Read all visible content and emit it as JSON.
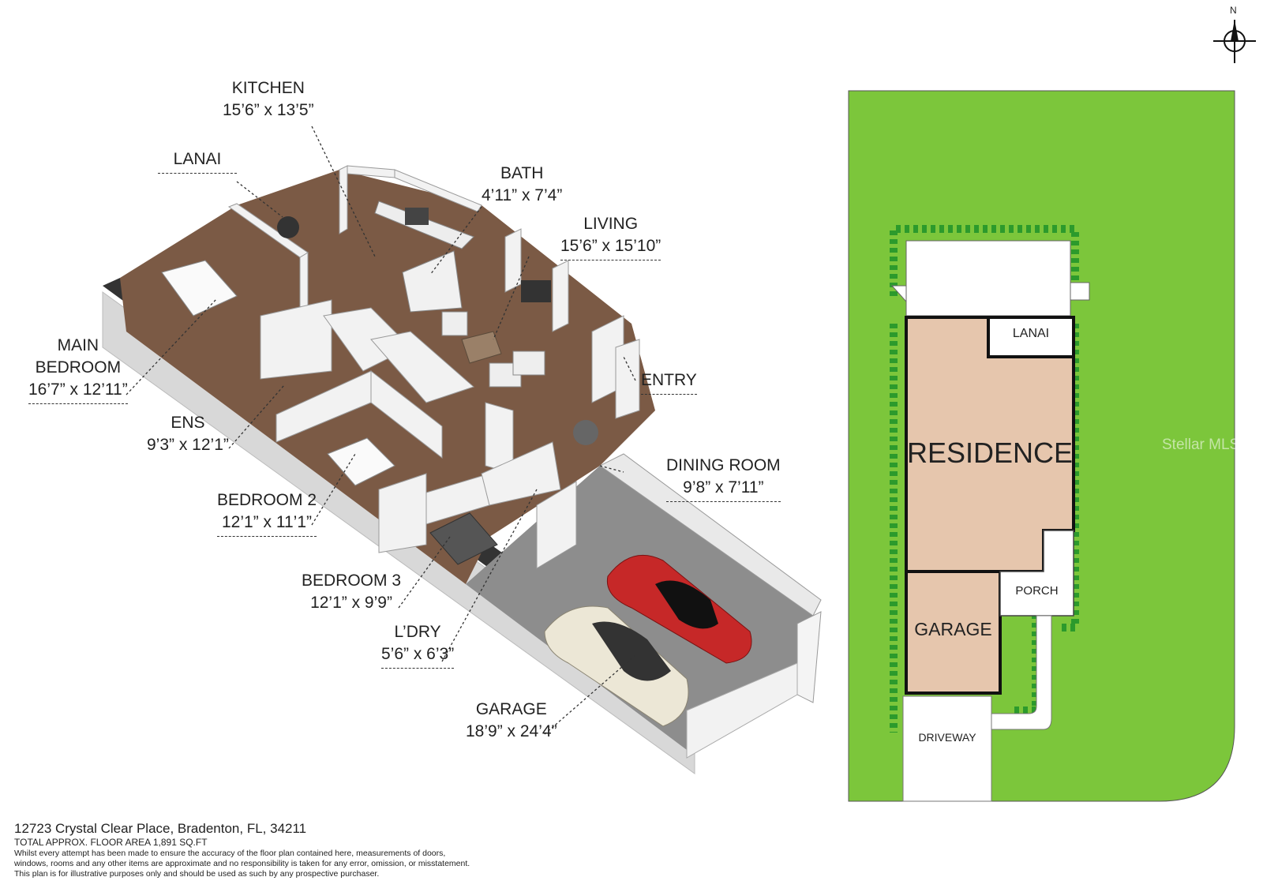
{
  "rooms": {
    "kitchen": {
      "name": "KITCHEN",
      "dim": "15’6” x 13’5”"
    },
    "lanai": {
      "name": "LANAI"
    },
    "bath": {
      "name": "BATH",
      "dim": "4’11” x 7’4”"
    },
    "living": {
      "name": "LIVING",
      "dim": "15’6” x 15’10”"
    },
    "main_bedroom": {
      "name_line1": "MAIN",
      "name_line2": "BEDROOM",
      "dim": "16’7” x 12’11”"
    },
    "entry": {
      "name": "ENTRY"
    },
    "ens": {
      "name": "ENS",
      "dim": "9’3” x 12’1”"
    },
    "dining_room": {
      "name": "DINING ROOM",
      "dim": "9’8” x 7’11”"
    },
    "bedroom2": {
      "name": "BEDROOM 2",
      "dim": "12’1” x 11’1”"
    },
    "bedroom3": {
      "name": "BEDROOM 3",
      "dim": "12’1” x 9’9”"
    },
    "laundry": {
      "name": "L’DRY",
      "dim": "5’6” x 6’3”"
    },
    "garage": {
      "name": "GARAGE",
      "dim": "18’9” x 24’4”"
    }
  },
  "site_plan": {
    "north": "N",
    "lanai": "LANAI",
    "residence": "RESIDENCE",
    "porch": "PORCH",
    "garage": "GARAGE",
    "driveway": "DRIVEWAY"
  },
  "footer": {
    "address": "12723 Crystal Clear Place, Bradenton, FL, 34211",
    "area": "TOTAL APPROX. FLOOR AREA 1,891 SQ.FT",
    "disclaimer_1": "Whilst every attempt has been made to ensure the accuracy of the floor plan contained here, measurements of doors,",
    "disclaimer_2": "windows, rooms and any other items are approximate and no responsibility is taken for any error, omission, or misstatement.",
    "disclaimer_3": "This plan is for illustrative purposes only and should be used as such by any prospective purchaser."
  },
  "watermark": "Stellar MLS",
  "colors": {
    "lawn": "#7cc63b",
    "hedge": "#2c9a2c",
    "residence": "#e6c6ad",
    "floor_wood": "#7b5a45",
    "garage_floor": "#8d8d8d",
    "wall": "#f2f2f2",
    "car_red": "#c62828",
    "car_white": "#ece7d6"
  }
}
